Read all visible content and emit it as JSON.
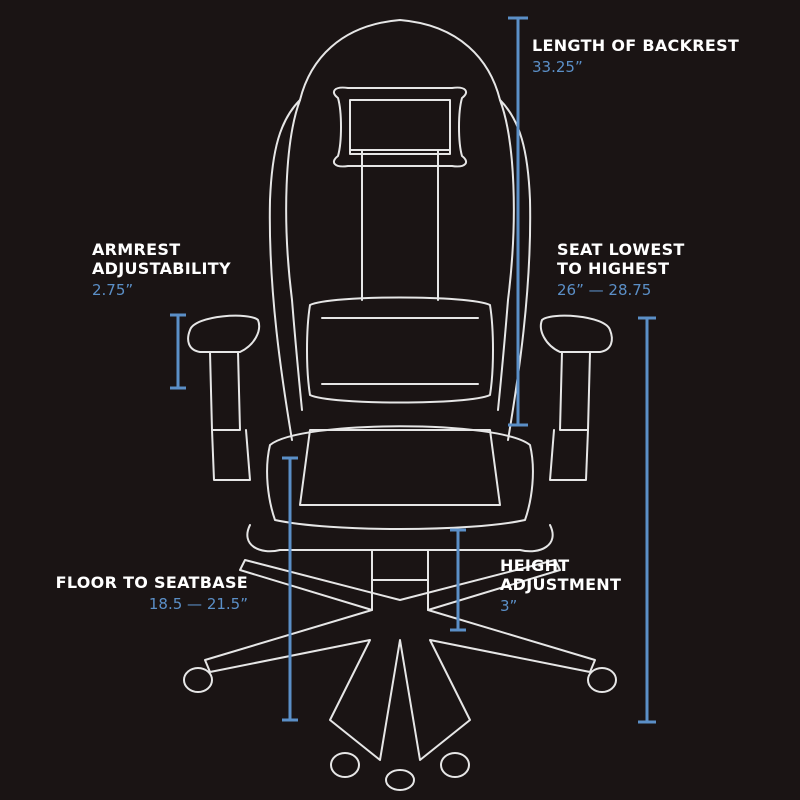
{
  "colors": {
    "background": "#1a1414",
    "outline": "#e6e6e6",
    "dimension": "#5b8fc7"
  },
  "icon": "gaming-chair-outline",
  "dimensions": {
    "backrest": {
      "title": "LENGTH OF BACKREST",
      "value": "33.25”"
    },
    "armrest": {
      "title_line1": "ARMREST",
      "title_line2": "ADJUSTABILITY",
      "value": "2.75”"
    },
    "seat_range": {
      "title_line1": "SEAT LOWEST",
      "title_line2": "TO HIGHEST",
      "value": "26” — 28.75"
    },
    "floor_to_seatbase": {
      "title": "FLOOR TO SEATBASE",
      "value": "18.5 — 21.5”"
    },
    "height_adjustment": {
      "title_line1": "HEIGHT",
      "title_line2": "ADJUSTMENT",
      "value": "3”"
    }
  }
}
